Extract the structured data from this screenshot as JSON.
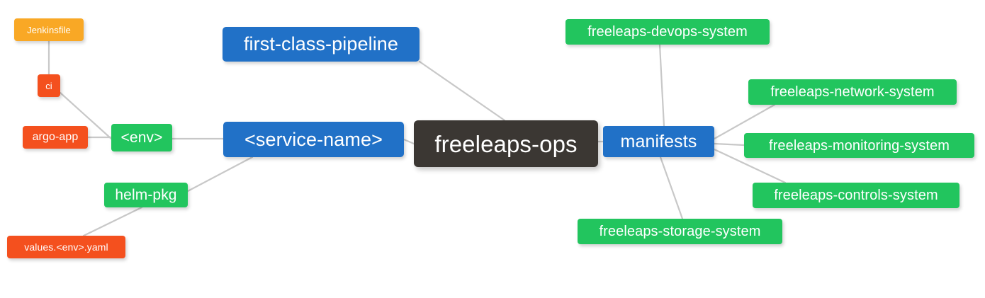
{
  "diagram": {
    "type": "mind-map",
    "title": "freeleaps-ops",
    "background": "#ffffff",
    "edge_color": "#c8c8c8",
    "palette": {
      "root": "#3b3733",
      "blue": "#2171c7",
      "green": "#22c55e",
      "orange": "#f9a825",
      "red": "#f4501e",
      "text": "#ffffff"
    },
    "nodes": [
      {
        "id": "root",
        "label": "freeleaps-ops",
        "color": "root"
      },
      {
        "id": "service",
        "label": "<service-name>",
        "color": "blue"
      },
      {
        "id": "pipeline",
        "label": "first-class-pipeline",
        "color": "blue"
      },
      {
        "id": "manifests",
        "label": "manifests",
        "color": "blue"
      },
      {
        "id": "env",
        "label": "<env>",
        "color": "green"
      },
      {
        "id": "helm",
        "label": "helm-pkg",
        "color": "green"
      },
      {
        "id": "jenkins",
        "label": "Jenkinsfile",
        "color": "orange"
      },
      {
        "id": "ci",
        "label": "ci",
        "color": "red"
      },
      {
        "id": "argo",
        "label": "argo-app",
        "color": "red"
      },
      {
        "id": "values",
        "label": "values.<env>.yaml",
        "color": "red"
      },
      {
        "id": "devops",
        "label": "freeleaps-devops-system",
        "color": "green"
      },
      {
        "id": "network",
        "label": "freeleaps-network-system",
        "color": "green"
      },
      {
        "id": "monitoring",
        "label": "freeleaps-monitoring-system",
        "color": "green"
      },
      {
        "id": "controls",
        "label": "freeleaps-controls-system",
        "color": "green"
      },
      {
        "id": "storage",
        "label": "freeleaps-storage-system",
        "color": "green"
      }
    ],
    "edges": [
      {
        "from": "root",
        "to": "service"
      },
      {
        "from": "root",
        "to": "pipeline"
      },
      {
        "from": "root",
        "to": "manifests"
      },
      {
        "from": "service",
        "to": "env"
      },
      {
        "from": "service",
        "to": "helm"
      },
      {
        "from": "env",
        "to": "ci"
      },
      {
        "from": "env",
        "to": "argo"
      },
      {
        "from": "ci",
        "to": "jenkins"
      },
      {
        "from": "helm",
        "to": "values"
      },
      {
        "from": "manifests",
        "to": "devops"
      },
      {
        "from": "manifests",
        "to": "network"
      },
      {
        "from": "manifests",
        "to": "monitoring"
      },
      {
        "from": "manifests",
        "to": "controls"
      },
      {
        "from": "manifests",
        "to": "storage"
      }
    ]
  }
}
